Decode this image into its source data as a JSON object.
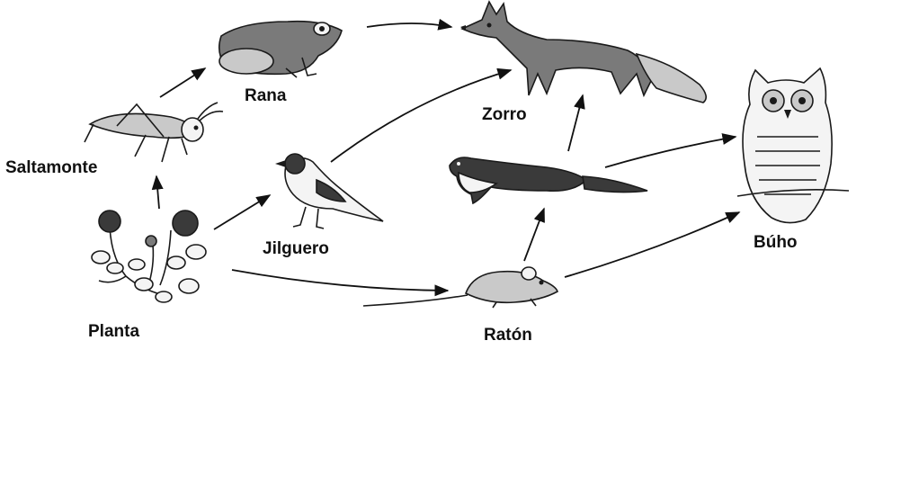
{
  "diagram": {
    "organisms": [
      {
        "id": "planta",
        "label": "Planta",
        "icon": "clover-plant-icon"
      },
      {
        "id": "saltamonte",
        "label": "Saltamonte",
        "icon": "grasshopper-icon"
      },
      {
        "id": "rana",
        "label": "Rana",
        "icon": "frog-icon"
      },
      {
        "id": "jilguero",
        "label": "Jilguero",
        "icon": "goldfinch-icon"
      },
      {
        "id": "zorro",
        "label": "Zorro",
        "icon": "fox-icon"
      },
      {
        "id": "comadreja",
        "label": "",
        "icon": "weasel-icon"
      },
      {
        "id": "raton",
        "label": "Ratón",
        "icon": "mouse-icon"
      },
      {
        "id": "buho",
        "label": "Búho",
        "icon": "owl-icon"
      }
    ],
    "arrows": [
      {
        "from": "planta",
        "to": "saltamonte"
      },
      {
        "from": "saltamonte",
        "to": "rana"
      },
      {
        "from": "rana",
        "to": "zorro"
      },
      {
        "from": "planta",
        "to": "jilguero"
      },
      {
        "from": "jilguero",
        "to": "zorro"
      },
      {
        "from": "planta",
        "to": "raton"
      },
      {
        "from": "raton",
        "to": "comadreja"
      },
      {
        "from": "comadreja",
        "to": "zorro"
      },
      {
        "from": "comadreja",
        "to": "buho"
      },
      {
        "from": "raton",
        "to": "buho"
      }
    ],
    "colors": {
      "ink": "#111111",
      "background": "#ffffff"
    }
  }
}
